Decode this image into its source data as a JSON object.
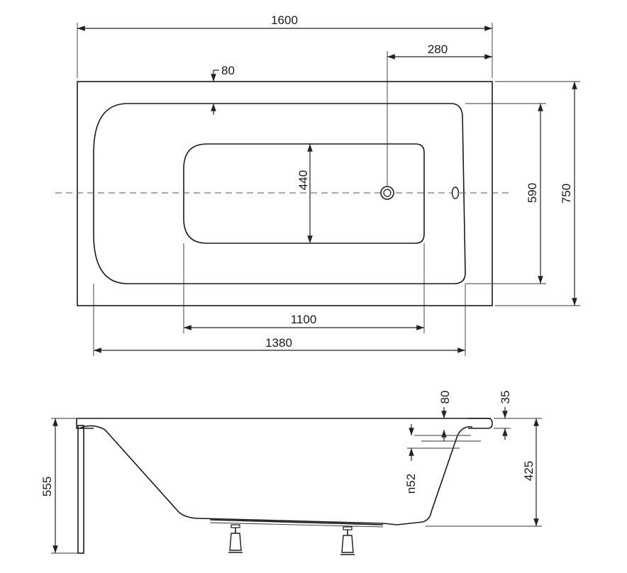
{
  "top_view": {
    "width_total": "1600",
    "drain_offset": "280",
    "rim_width": "80",
    "inner_width": "440",
    "inner_height": "590",
    "outer_height": "750",
    "bottom_length": "1100",
    "inner_length": "1380"
  },
  "side_view": {
    "rim_top": "80",
    "rim_edge": "35",
    "overflow_height": "n52",
    "depth": "425",
    "total_height": "555"
  }
}
